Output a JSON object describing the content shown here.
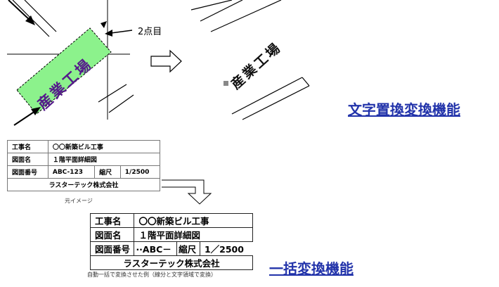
{
  "top_left": {
    "point_label": "2点目",
    "stamp_text": "産業工場"
  },
  "top_right": {
    "stamp_text": "産業工場"
  },
  "links": {
    "text_replace": "文字置換変換機能",
    "bulk_convert": "一括変換機能"
  },
  "original_table": {
    "row1": {
      "label": "工事名",
      "value": "〇〇新築ビル工事"
    },
    "row2": {
      "label": "図面名",
      "value": "１階平面詳細図"
    },
    "row3": {
      "label": "図面番号",
      "value": "ABC-123",
      "scale_label": "縮尺",
      "scale_value": "1/2500"
    },
    "row4": {
      "value": "ラスターテック株式会社"
    },
    "caption": "元イメージ"
  },
  "converted_table": {
    "row1": {
      "label": "工事名",
      "value": "〇〇新築ビル工事"
    },
    "row2": {
      "label": "図面名",
      "value": "１階平面詳細図"
    },
    "row3": {
      "label": "図面番号",
      "value": "··ABC－",
      "scale_label": "縮尺",
      "scale_value": "1／2500"
    },
    "row4": {
      "value": "ラスターテック株式会社"
    },
    "caption": "自動一括で変換させた例（線分と文字領域で変換）"
  }
}
